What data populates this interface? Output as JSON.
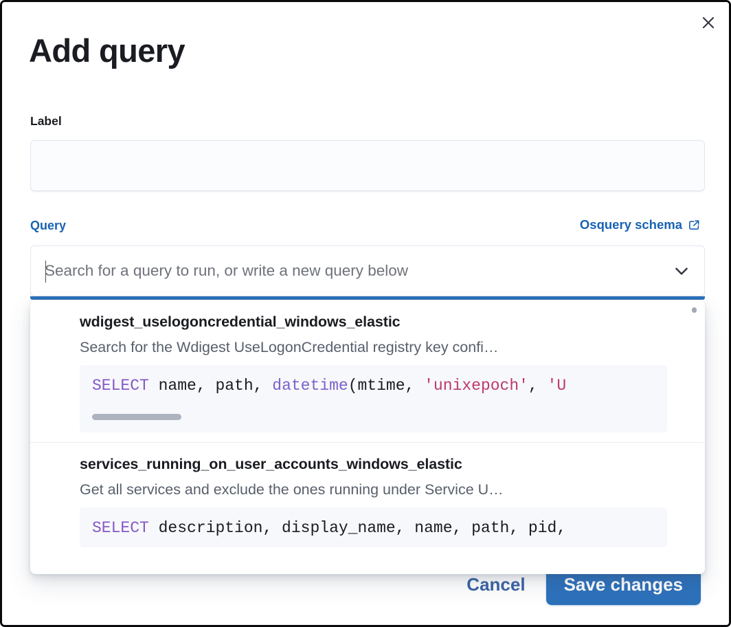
{
  "modal": {
    "title": "Add query",
    "close_icon": "close-icon"
  },
  "label_field": {
    "label": "Label",
    "value": "",
    "placeholder": ""
  },
  "query_field": {
    "label": "Query",
    "schema_link": "Osquery schema",
    "schema_link_icon": "external-link-icon",
    "search_value": "",
    "search_placeholder": "Search for a query to run, or write a new query below",
    "chevron_icon": "chevron-down-icon"
  },
  "dropdown": {
    "options": [
      {
        "title": "wdigest_uselogoncredential_windows_elastic",
        "description": "Search for the Wdigest UseLogonCredential registry key confi…",
        "code": {
          "tokens": [
            {
              "t": "SELECT",
              "c": "kw"
            },
            {
              "t": " name, path, ",
              "c": "plain"
            },
            {
              "t": "datetime",
              "c": "fn"
            },
            {
              "t": "(mtime, ",
              "c": "plain"
            },
            {
              "t": "'unixepoch'",
              "c": "str"
            },
            {
              "t": ", ",
              "c": "plain"
            },
            {
              "t": "'U",
              "c": "str"
            }
          ],
          "has_hscroll": true
        }
      },
      {
        "title": "services_running_on_user_accounts_windows_elastic",
        "description": "Get all services and exclude the ones running under Service U…",
        "code": {
          "tokens": [
            {
              "t": "SELECT",
              "c": "kw"
            },
            {
              "t": " description, display_name, name, path, pid,",
              "c": "plain"
            }
          ],
          "has_hscroll": false
        }
      }
    ]
  },
  "footer": {
    "cancel_label": "Cancel",
    "save_label": "Save changes"
  },
  "colors": {
    "accent_blue": "#1862b3",
    "primary_button": "#2d71bb",
    "focus_bar": "#2d71bb",
    "title_text": "#1a1c21",
    "muted_text": "#6e7279",
    "code_bg": "#f7f8fc",
    "string_literal": "#bd3a66",
    "keyword": "#8659c5"
  }
}
